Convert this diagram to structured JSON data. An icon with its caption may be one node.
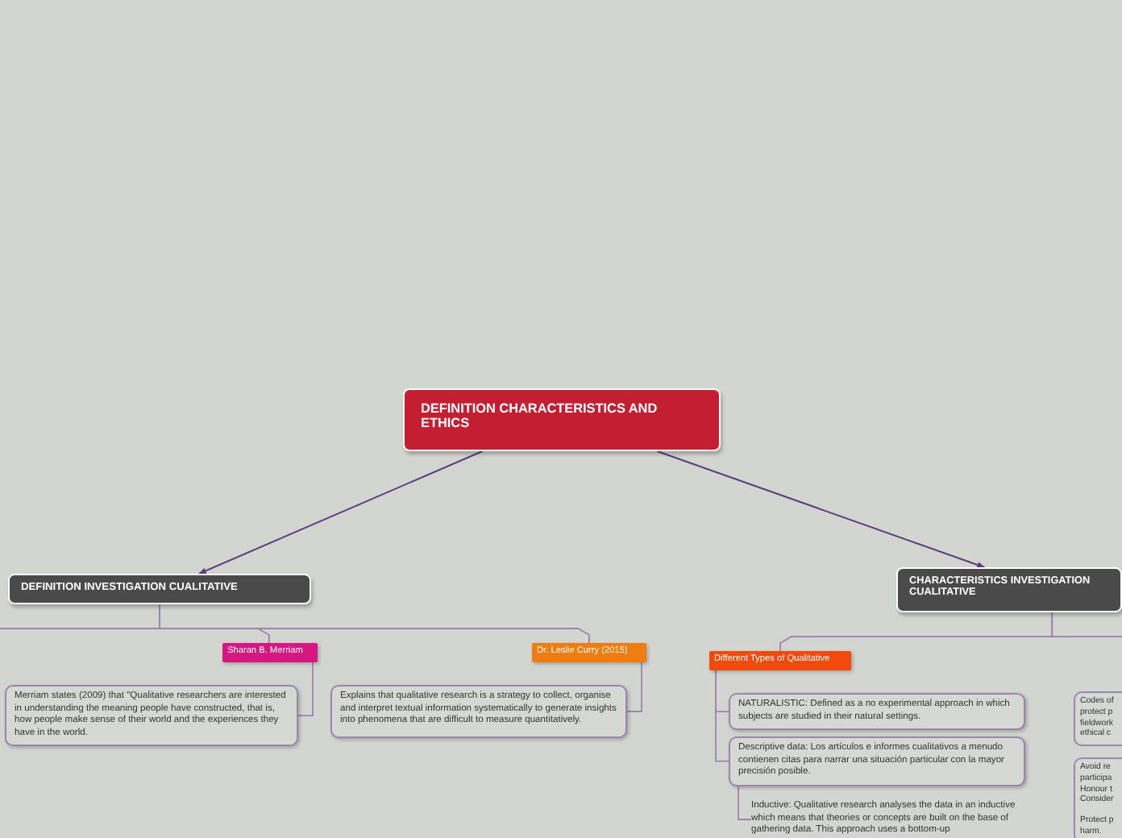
{
  "diagram": {
    "nodes": [
      {
        "text": [
          "DEFINITION CHARACTERISTICS AND ETHICS"
        ]
      },
      {
        "text": [
          "DEFINITION INVESTIGATION CUALITATIVE"
        ]
      },
      {
        "text": [
          "CHARACTERISTICS INVESTIGATION CUALITATIVE"
        ]
      },
      {
        "text": [
          "Sharan B. Merriam"
        ]
      },
      {
        "text": [
          "Merriam states (2009) that \"Qualitative researchers are interested in understanding the meaning people have constructed, that is, how people make sense of their world and the experiences they have in the world."
        ]
      },
      {
        "text": [
          "Dr. Leslie Curry (2015)"
        ]
      },
      {
        "text": [
          "Explains that qualitative research is a strategy to collect, organise and interpret textual information systematically to generate insights into phenomena that are difficult to measure quantitatively."
        ]
      },
      {
        "text": [
          "Different Types of Qualitative"
        ]
      },
      {
        "text": [
          "NATURALISTIC: Defined as a no experimental approach in which subjects are studied in their natural settings."
        ]
      },
      {
        "text": [
          "Descriptive data: Los artículos e informes cualitativos a menudo contienen citas para narrar una situación particular con la mayor precisión posible."
        ]
      },
      {
        "text": [
          "Inductive: Qualitative research analyses the data in an inductive which means that theories or concepts are built on the base of gathering data. This approach uses a bottom-up"
        ]
      },
      {
        "text": [
          "Codes of protect p fieldwork ethical c"
        ]
      },
      {
        "text": [
          "Avoid re participa Honour t Consider",
          "Protect p harm."
        ]
      }
    ],
    "edges": [
      {
        "from": 0,
        "to": 1,
        "arrow": "to",
        "color": "#5e3f7e"
      },
      {
        "from": 0,
        "to": 2,
        "arrow": "to",
        "color": "#5e3f7e"
      },
      {
        "from": 1,
        "to": 3,
        "arrow": "none"
      },
      {
        "from": 1,
        "to": 5,
        "arrow": "none"
      },
      {
        "from": 1,
        "to": null,
        "arrow": "none"
      },
      {
        "from": 3,
        "to": 4,
        "arrow": "none"
      },
      {
        "from": 5,
        "to": 6,
        "arrow": "none"
      },
      {
        "from": 2,
        "to": 7,
        "arrow": "none"
      },
      {
        "from": 2,
        "to": null,
        "arrow": "none"
      },
      {
        "from": 7,
        "to": 8,
        "arrow": "none"
      },
      {
        "from": 7,
        "to": 9,
        "arrow": "none"
      },
      {
        "from": 9,
        "to": 10,
        "arrow": "none"
      }
    ]
  }
}
